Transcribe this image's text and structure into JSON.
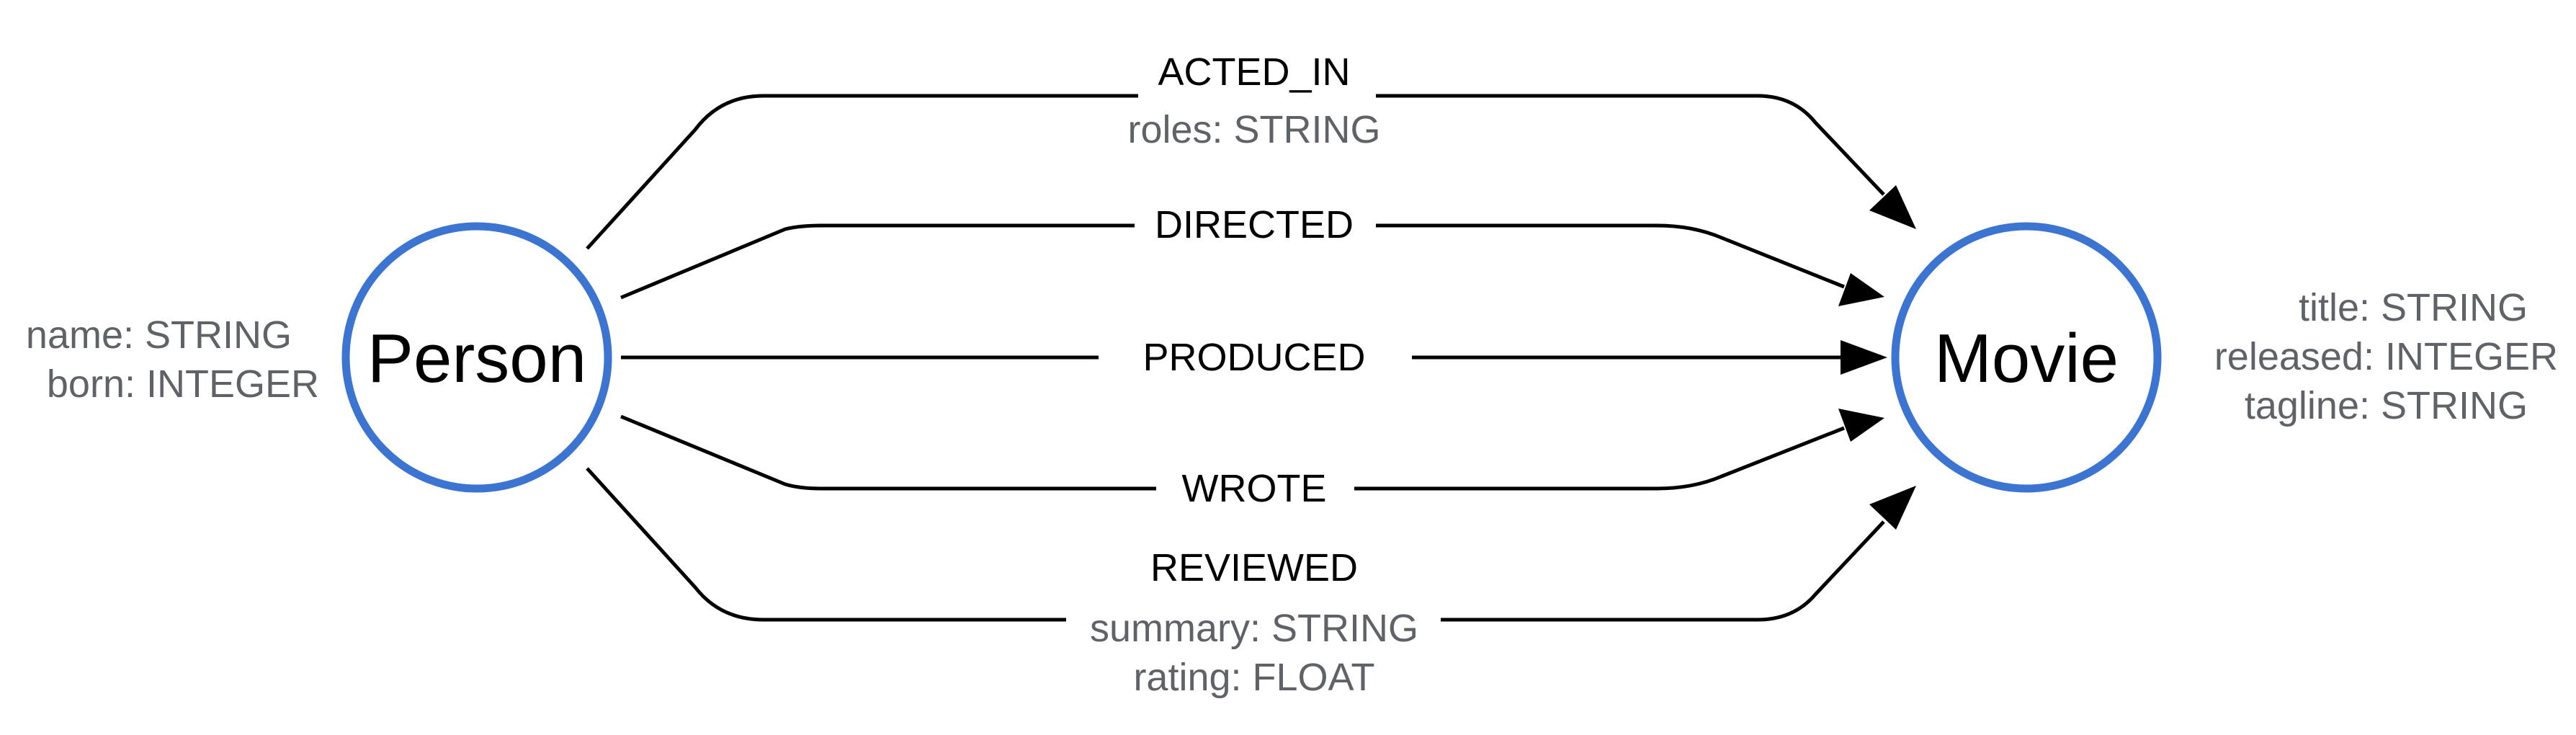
{
  "colors": {
    "node_stroke": "#3b74d1",
    "edge": "#000000",
    "label": "#000000",
    "property": "#5f6368"
  },
  "nodes": {
    "person": {
      "label": "Person",
      "properties": [
        "name: STRING",
        "born: INTEGER"
      ]
    },
    "movie": {
      "label": "Movie",
      "properties": [
        "title: STRING",
        "released: INTEGER",
        "tagline: STRING"
      ]
    }
  },
  "relationships": {
    "acted_in": {
      "type": "ACTED_IN",
      "properties": [
        "roles: STRING"
      ]
    },
    "directed": {
      "type": "DIRECTED",
      "properties": []
    },
    "produced": {
      "type": "PRODUCED",
      "properties": []
    },
    "wrote": {
      "type": "WROTE",
      "properties": []
    },
    "reviewed": {
      "type": "REVIEWED",
      "properties": [
        "summary: STRING",
        "rating: FLOAT"
      ]
    }
  }
}
